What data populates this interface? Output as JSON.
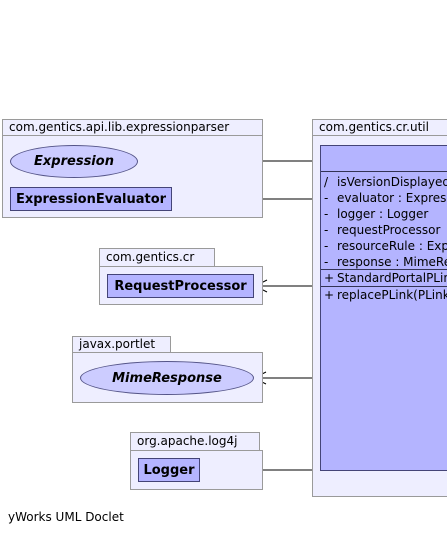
{
  "packages": {
    "expressionparser": {
      "name": "com.gentics.api.lib.expressionparser"
    },
    "util": {
      "name": "com.gentics.cr.util"
    },
    "cr": {
      "name": "com.gentics.cr"
    },
    "portlet": {
      "name": "javax.portlet"
    },
    "log4j": {
      "name": "org.apache.log4j"
    }
  },
  "classes": {
    "expression": {
      "name": "Expression"
    },
    "expression_evaluator": {
      "name": "ExpressionEvaluator"
    },
    "request_processor": {
      "name": "RequestProcessor"
    },
    "mime_response": {
      "name": "MimeResponse"
    },
    "logger": {
      "name": "Logger"
    }
  },
  "main_class": {
    "fields": [
      {
        "vis": "/",
        "text": "isVersionDisplayed"
      },
      {
        "vis": "-",
        "text": "evaluator : ExpressionEvaluator"
      },
      {
        "vis": "-",
        "text": "logger : Logger"
      },
      {
        "vis": "-",
        "text": "requestProcessor"
      },
      {
        "vis": "-",
        "text": "resourceRule : Expression"
      },
      {
        "vis": "-",
        "text": "response : MimeResponse"
      }
    ],
    "constructors": [
      {
        "vis": "+",
        "text": "StandardPortalPLink"
      }
    ],
    "methods": [
      {
        "vis": "+",
        "text": "replacePLink(PLinkInformation)"
      }
    ]
  },
  "footer": "yWorks UML Doclet"
}
